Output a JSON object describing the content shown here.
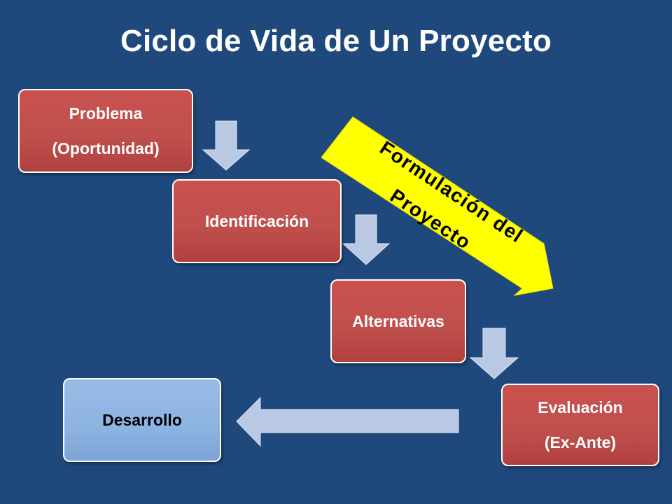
{
  "slide": {
    "title": "Ciclo de Vida de Un Proyecto",
    "steps": [
      {
        "line1": "Problema",
        "line2": "(Oportunidad)"
      },
      {
        "line1": "Identificación"
      },
      {
        "line1": "Alternativas"
      },
      {
        "line1": "Evaluación",
        "line2": "(Ex-Ante)"
      },
      {
        "line1": "Desarrollo"
      }
    ],
    "banner": {
      "line1": "Formulación del",
      "line2": "Proyecto"
    }
  },
  "colors": {
    "background": "#1f497d",
    "step_fill": "#c0504d",
    "result_fill": "#8db3e2",
    "arrow_fill": "#b9c9e4",
    "banner_fill": "#ffff00",
    "title_text": "#ffffff"
  }
}
